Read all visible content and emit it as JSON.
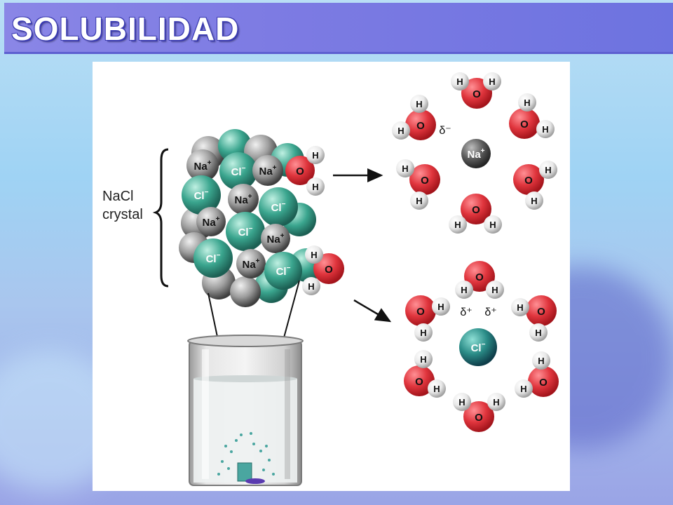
{
  "slide": {
    "title": "SOLUBILIDAD"
  },
  "crystal": {
    "label_line1": "NaCl",
    "label_line2": "crystal",
    "ions": [
      {
        "label": "Na",
        "charge": "+",
        "type": "na"
      },
      {
        "label": "Cl",
        "charge": "−",
        "type": "cl"
      },
      {
        "label": "Na",
        "charge": "+",
        "type": "na"
      },
      {
        "label": "Cl",
        "charge": "−",
        "type": "cl"
      },
      {
        "label": "Na",
        "charge": "+",
        "type": "na"
      },
      {
        "label": "Cl",
        "charge": "−",
        "type": "cl"
      },
      {
        "label": "Na",
        "charge": "+",
        "type": "na"
      },
      {
        "label": "Cl",
        "charge": "−",
        "type": "cl"
      },
      {
        "label": "Na",
        "charge": "+",
        "type": "na"
      },
      {
        "label": "Cl",
        "charge": "−",
        "type": "cl"
      },
      {
        "label": "Na",
        "charge": "+",
        "type": "na"
      },
      {
        "label": "Cl",
        "charge": "−",
        "type": "cl"
      }
    ]
  },
  "atoms": {
    "oxygen": "O",
    "hydrogen": "H"
  },
  "sodium_cluster": {
    "ion_label": "Na",
    "ion_charge": "+",
    "partial_charge": "δ⁻"
  },
  "chloride_cluster": {
    "ion_label": "Cl",
    "ion_charge": "−",
    "partial_charge_1": "δ⁺",
    "partial_charge_2": "δ⁺"
  },
  "colors": {
    "title_bar": "#7d7be3",
    "oxygen": "#d9363e",
    "hydrogen": "#f2f2f2",
    "sodium": "#6c6c6c",
    "chloride": "#3aa58e",
    "chloride_ion": "#2a8c87",
    "beaker_liquid": "#dfe5e6"
  }
}
